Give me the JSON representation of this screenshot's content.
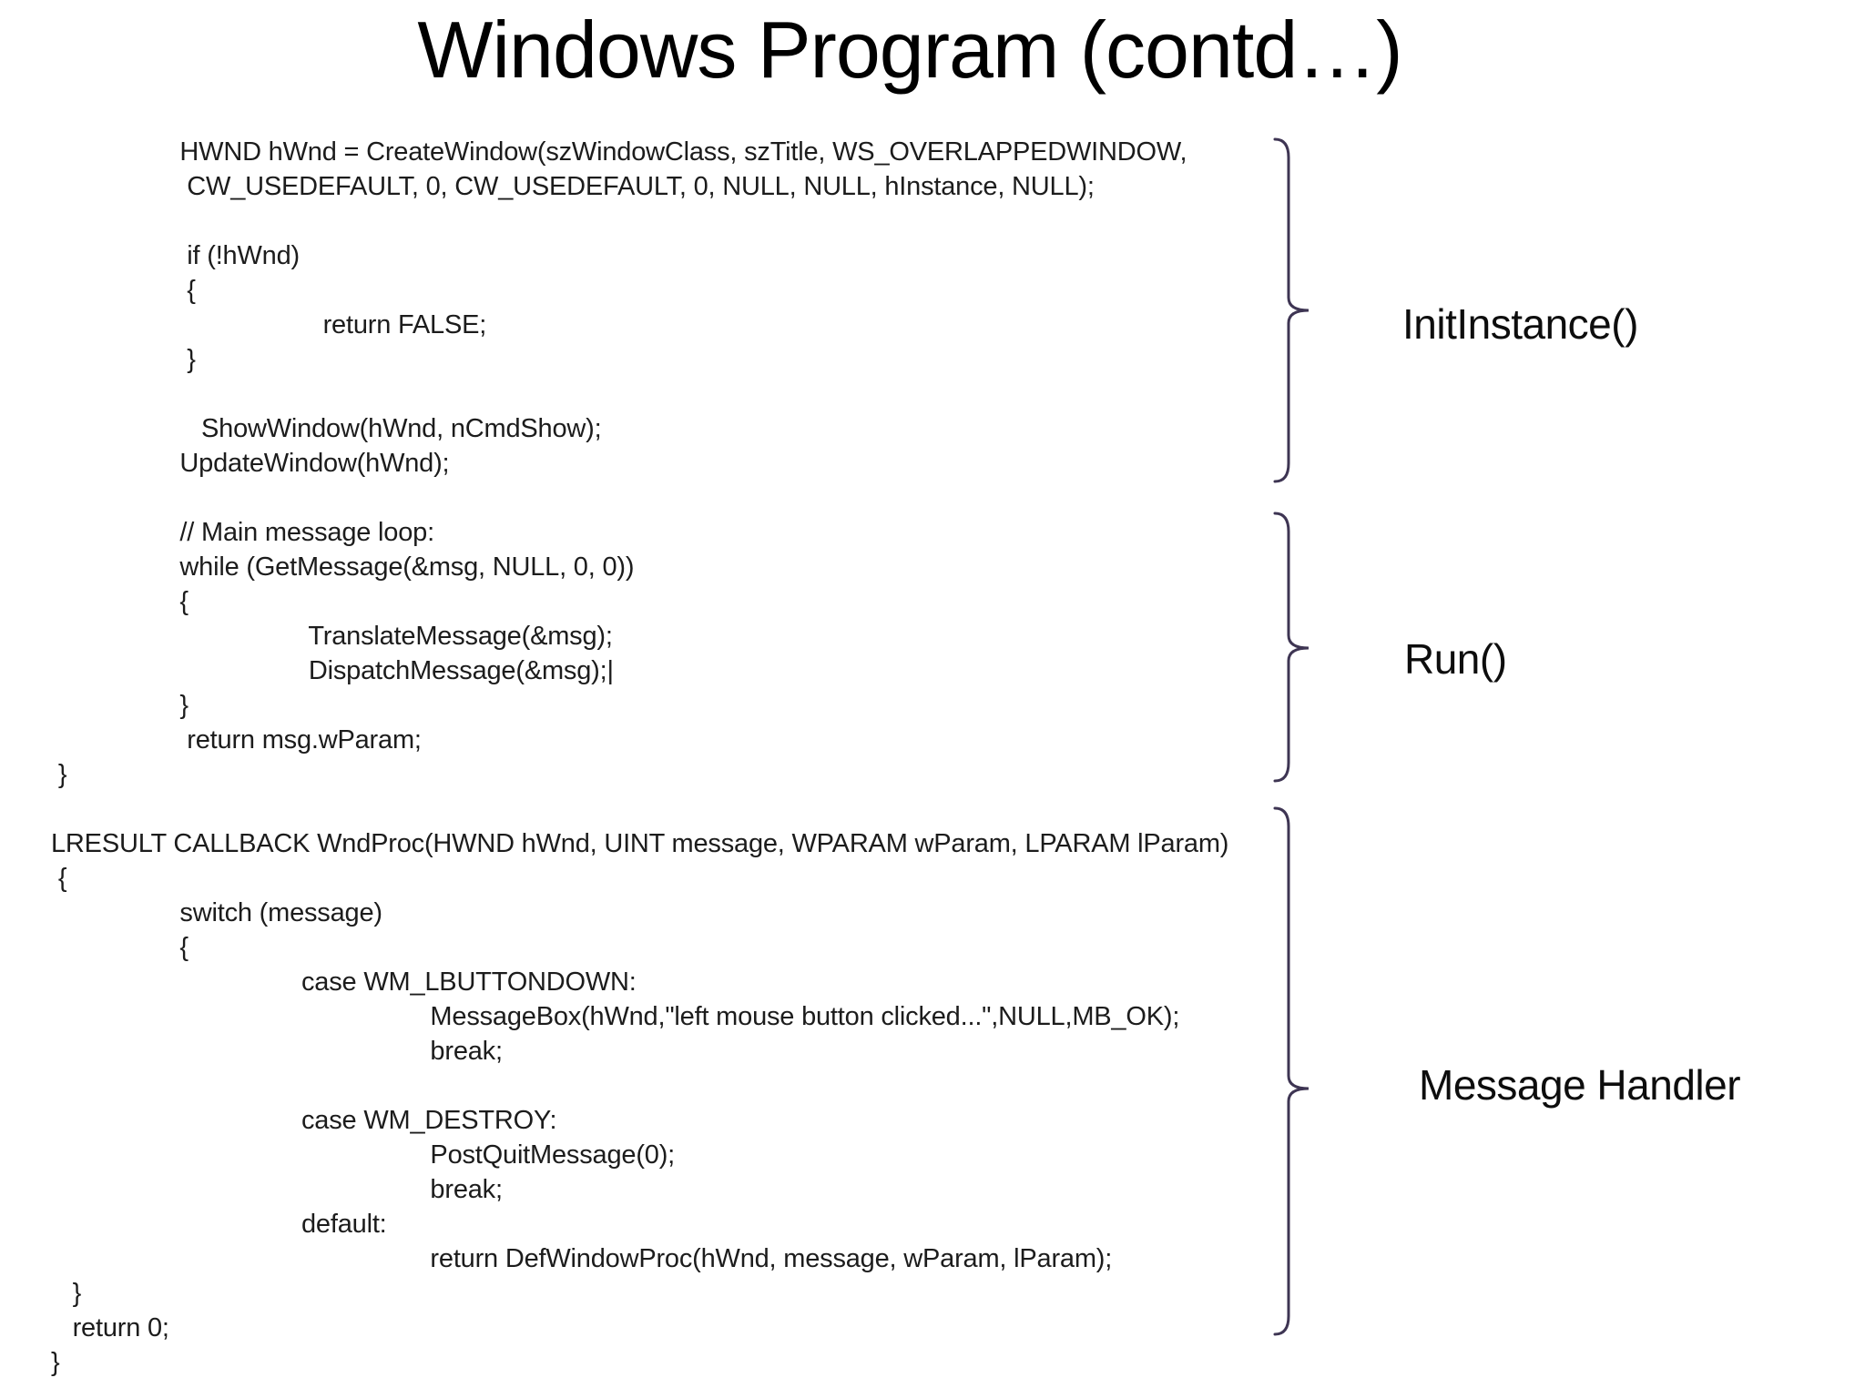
{
  "title": "Windows Program (contd…)",
  "code_lines": [
    "                  HWND hWnd = CreateWindow(szWindowClass, szTitle, WS_OVERLAPPEDWINDOW,",
    "                   CW_USEDEFAULT, 0, CW_USEDEFAULT, 0, NULL, NULL, hInstance, NULL);",
    "",
    "                   if (!hWnd)",
    "                   {",
    "                                      return FALSE;",
    "                   }",
    "",
    "                     ShowWindow(hWnd, nCmdShow);",
    "                  UpdateWindow(hWnd);",
    "",
    "                  // Main message loop:",
    "                  while (GetMessage(&msg, NULL, 0, 0))",
    "                  {",
    "                                    TranslateMessage(&msg);",
    "                                    DispatchMessage(&msg);|",
    "                  }",
    "                   return msg.wParam;",
    " }",
    "",
    "LRESULT CALLBACK WndProc(HWND hWnd, UINT message, WPARAM wParam, LPARAM lParam)",
    " {",
    "                  switch (message)",
    "                  {",
    "                                   case WM_LBUTTONDOWN:",
    "                                                     MessageBox(hWnd,\"left mouse button clicked...\",NULL,MB_OK);",
    "                                                     break;",
    "",
    "                                   case WM_DESTROY:",
    "                                                     PostQuitMessage(0);",
    "                                                     break;",
    "                                   default:",
    "                                                     return DefWindowProc(hWnd, message, wParam, lParam);",
    "   }",
    "   return 0;",
    "}"
  ],
  "annotations": [
    {
      "id": "init-instance",
      "label": "InitInstance()"
    },
    {
      "id": "run",
      "label": "Run()"
    },
    {
      "id": "message-handler",
      "label": "Message Handler"
    }
  ],
  "colors": {
    "background": "#ffffff",
    "title_text": "#000000",
    "code_text": "#1c1c1c",
    "brace": "#3e3553",
    "label_text": "#0d0d0d"
  }
}
